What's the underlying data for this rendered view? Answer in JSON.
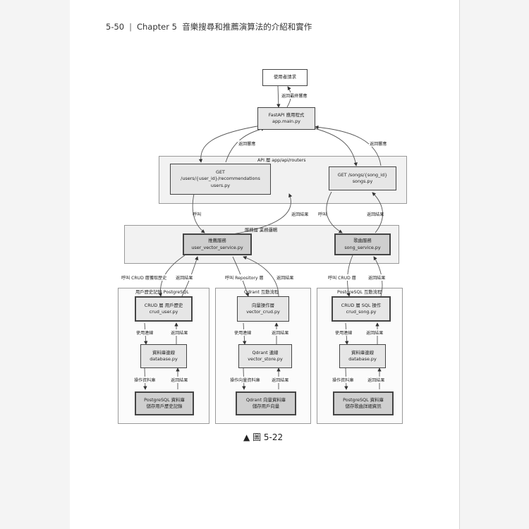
{
  "header": {
    "page_number": "5-50",
    "separator": "|",
    "chapter": "Chapter 5",
    "title": "音樂搜尋和推薦演算法的介紹和實作"
  },
  "figure": {
    "user_request": "使用者請求",
    "return_final": "返回最終響應",
    "app": {
      "line1": "FastAPI 應用程式",
      "line2": "app.main.py"
    },
    "return_left": "返回響應",
    "return_right": "返回響應",
    "api_layer": {
      "title": "API 層 app/api/routers",
      "users_box": {
        "line1": "GET",
        "line2": "/users/{user_id}/recommendations",
        "line3": "users.py"
      },
      "songs_box": {
        "line1": "GET /songs/{song_id}",
        "line2": "songs.py"
      }
    },
    "call_left": "呼叫",
    "result_mid": "返回結果",
    "call_right": "呼叫",
    "result_right": "返回結果",
    "service_layer": {
      "title": "服務層 業務邏輯",
      "rec_box": {
        "line1": "推薦服務",
        "line2": "user_vector_service.py"
      },
      "song_box": {
        "line1": "歌曲服務",
        "line2": "song_service.py"
      }
    },
    "call_crud_history": "呼叫 CRUD 層獲取歷史",
    "result_1": "返回結果",
    "call_repo": "呼叫 Repository 層",
    "result_2": "返回結果",
    "call_crud": "呼叫 CRUD 層",
    "result_3": "返回結果",
    "col1": {
      "title": "用戶歷史記錄 PostgreSQL",
      "crud": {
        "line1": "CRUD 層 用戶歷史",
        "line2": "crud_user.py"
      },
      "use_conn": "使用連線",
      "ret": "返回結果",
      "db": {
        "line1": "資料庫連線",
        "line2": "database.py"
      },
      "op": "操作資料庫",
      "ret2": "返回結果",
      "store": {
        "line1": "PostgreSQL 資料庫",
        "line2": "儲存用戶歷史記錄"
      }
    },
    "col2": {
      "title": "Qdrant 互動流程",
      "crud": {
        "line1": "向量操作層",
        "line2": "vector_crud.py"
      },
      "use_conn": "使用連線",
      "ret": "返回結果",
      "db": {
        "line1": "Qdrant 連線",
        "line2": "vector_store.py"
      },
      "op": "操作向量資料庫",
      "ret2": "返回結果",
      "store": {
        "line1": "Qdrant 向量資料庫",
        "line2": "儲存用戶向量"
      }
    },
    "col3": {
      "title": "PostgreSQL 互動流程",
      "crud": {
        "line1": "CRUD 層 SQL 操作",
        "line2": "crud_song.py"
      },
      "use_conn": "使用連線",
      "ret": "返回結果",
      "db": {
        "line1": "資料庫連線",
        "line2": "database.py"
      },
      "op": "操作資料庫",
      "ret2": "返回結果",
      "store": {
        "line1": "PostgreSQL 資料庫",
        "line2": "儲存歌曲詳細資訊"
      }
    }
  },
  "caption": {
    "marker": "▲",
    "text": "圖 5-22"
  }
}
